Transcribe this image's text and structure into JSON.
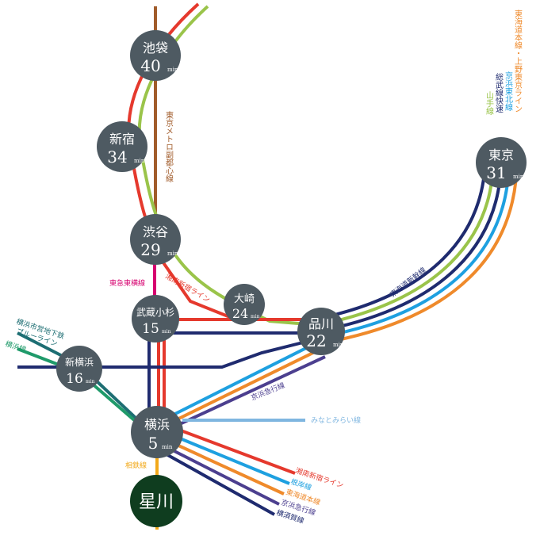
{
  "colors": {
    "green": "#9ac44a",
    "red": "#e5392d",
    "brown": "#a15c2b",
    "navy": "#1f2b6f",
    "sky": "#1ea0e0",
    "orange": "#ef8a2b",
    "purple": "#4c3f8f",
    "teal": "#1d6e73",
    "emerald": "#1f9a6a",
    "magenta": "#d6006f",
    "lightblue": "#7fb6e0",
    "yellow": "#f2a91a",
    "station": "#4e5a62",
    "home": "#0f3d1f"
  },
  "stations": {
    "ikebukuro": {
      "name": "池袋",
      "min": "40",
      "unit": "min"
    },
    "shinjuku": {
      "name": "新宿",
      "min": "34",
      "unit": "min"
    },
    "shibuya": {
      "name": "渋谷",
      "min": "29",
      "unit": "min"
    },
    "osaki": {
      "name": "大崎",
      "min": "24",
      "unit": "min"
    },
    "musashikosugi": {
      "name": "武蔵小杉",
      "min": "15",
      "unit": "min"
    },
    "shinagawa": {
      "name": "品川",
      "min": "22",
      "unit": "min"
    },
    "tokyo": {
      "name": "東京",
      "min": "31",
      "unit": "min"
    },
    "shinyokohama": {
      "name": "新横浜",
      "min": "16",
      "unit": "min"
    },
    "yokohama": {
      "name": "横浜",
      "min": "5",
      "unit": "min"
    },
    "hoshikawa": {
      "name": "星川"
    }
  },
  "labels": {
    "fukutoshin": "東京メトロ副都心線",
    "toyoko": "東急東横線",
    "shonan_shinjuku_upper": "湘南新宿ライン",
    "tokaido_shinkansen": "東海道新幹線",
    "keikyu_upper": "京浜急行線",
    "minatomirai": "みなとみらい線",
    "sotetsu": "相鉄線",
    "tokyo_lines": [
      "東海道本線・上野東京ライン",
      "京浜東北線",
      "総武線快速",
      "山手線"
    ],
    "blueline": [
      "横浜市営地下鉄",
      "ブルーライン"
    ],
    "yokohama_line": "横浜線",
    "bottom_lines": [
      "湘南新宿ライン",
      "根岸線",
      "東海道本線",
      "京浜急行線",
      "横須賀線"
    ]
  }
}
